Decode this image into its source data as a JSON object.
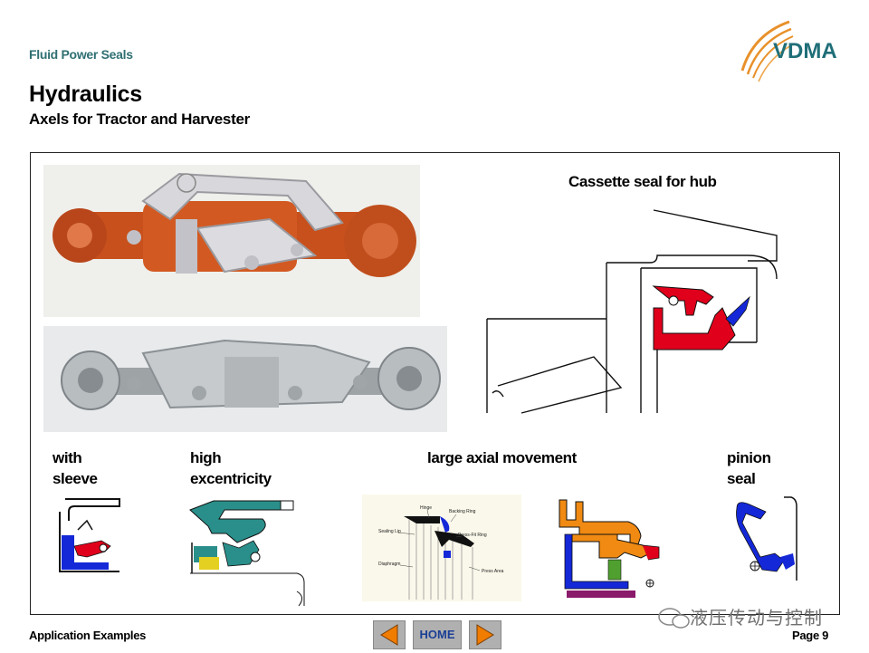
{
  "header": {
    "kicker": "Fluid Power Seals",
    "title": "Hydraulics",
    "subtitle": "Axels for Tractor and Harvester",
    "logo_text": "VDMA"
  },
  "main": {
    "cassette_label": "Cassette seal for hub",
    "seal_labels": {
      "sleeve": [
        "with",
        "sleeve"
      ],
      "excentricity": [
        "high",
        "excentricity"
      ],
      "axial": [
        "large axial movement"
      ],
      "pinion": [
        "pinion",
        "seal"
      ]
    },
    "axial_diagram_labels": {
      "hinge": "Hinge",
      "backing_ring": "Backing Ring",
      "sealing_lip": "Sealing Lip",
      "press_fit_ring": "Press-Fit Ring",
      "diaphragm": "Diaphragm",
      "press_area": "Press Area"
    }
  },
  "footer": {
    "left": "Application Examples",
    "right": "Page 9",
    "home_label": "HOME",
    "watermark": "液压传动与控制"
  },
  "colors": {
    "kicker": "#2f6f72",
    "logo_teal": "#1f6e78",
    "logo_orange": "#e8902a",
    "seal_red": "#e0001b",
    "seal_blue": "#1428d8",
    "seal_teal": "#2a8f8a",
    "seal_orange": "#f08a12",
    "axle_orange": "#c8501c",
    "nav_arrow": "#f07c00",
    "nav_bg": "#b0b0b0"
  }
}
